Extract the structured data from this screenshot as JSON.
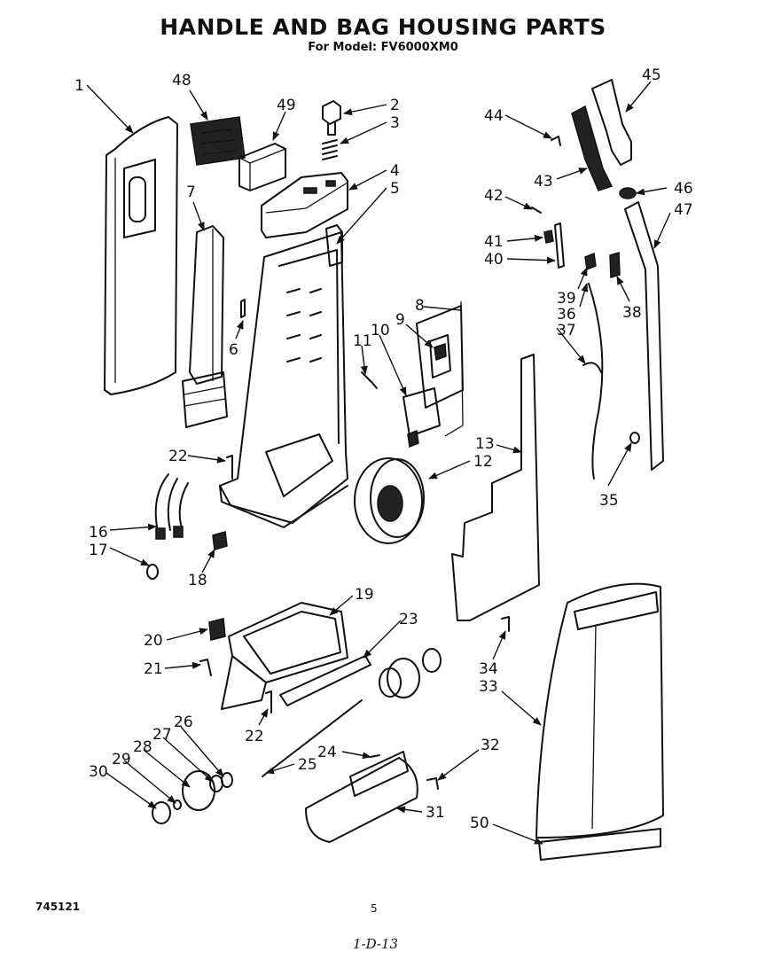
{
  "header": {
    "title": "HANDLE AND BAG HOUSING PARTS",
    "subtitle": "For Model: FV6000XM0"
  },
  "footer": {
    "doc_number": "745121",
    "page_number": "5",
    "handwritten_note": "1-D-13"
  },
  "callouts": [
    "1",
    "2",
    "3",
    "4",
    "5",
    "6",
    "7",
    "8",
    "9",
    "10",
    "11",
    "12",
    "13",
    "16",
    "17",
    "18",
    "19",
    "20",
    "21",
    "22",
    "22",
    "23",
    "24",
    "25",
    "26",
    "27",
    "28",
    "29",
    "30",
    "31",
    "32",
    "33",
    "34",
    "35",
    "36",
    "37",
    "38",
    "39",
    "40",
    "41",
    "42",
    "43",
    "44",
    "45",
    "46",
    "47",
    "48",
    "49",
    "50"
  ]
}
